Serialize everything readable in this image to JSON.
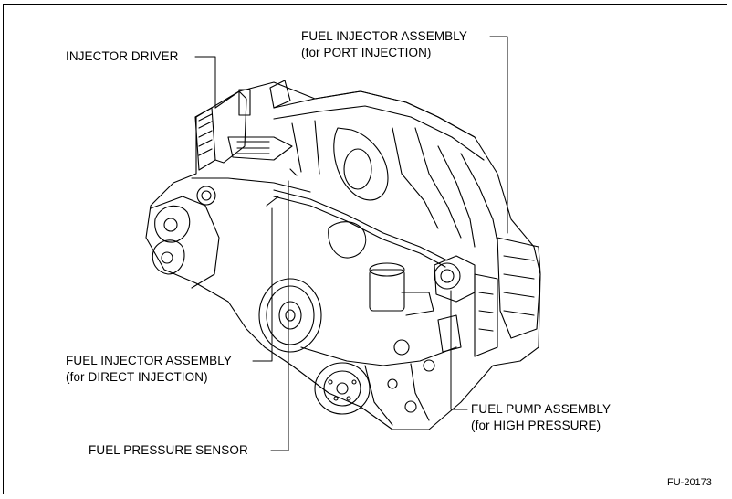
{
  "labels": {
    "injector_driver": "INJECTOR DRIVER",
    "port_injector_line1": "FUEL INJECTOR ASSEMBLY",
    "port_injector_line2": "(for PORT INJECTION)",
    "direct_injector_line1": "FUEL INJECTOR ASSEMBLY",
    "direct_injector_line2": "(for DIRECT INJECTION)",
    "fuel_pressure_sensor": "FUEL PRESSURE SENSOR",
    "fuel_pump_line1": "FUEL PUMP ASSEMBLY",
    "fuel_pump_line2": "(for HIGH PRESSURE)"
  },
  "figure_id": "FU-20173",
  "colors": {
    "ink": "#000000",
    "background": "#ffffff"
  }
}
